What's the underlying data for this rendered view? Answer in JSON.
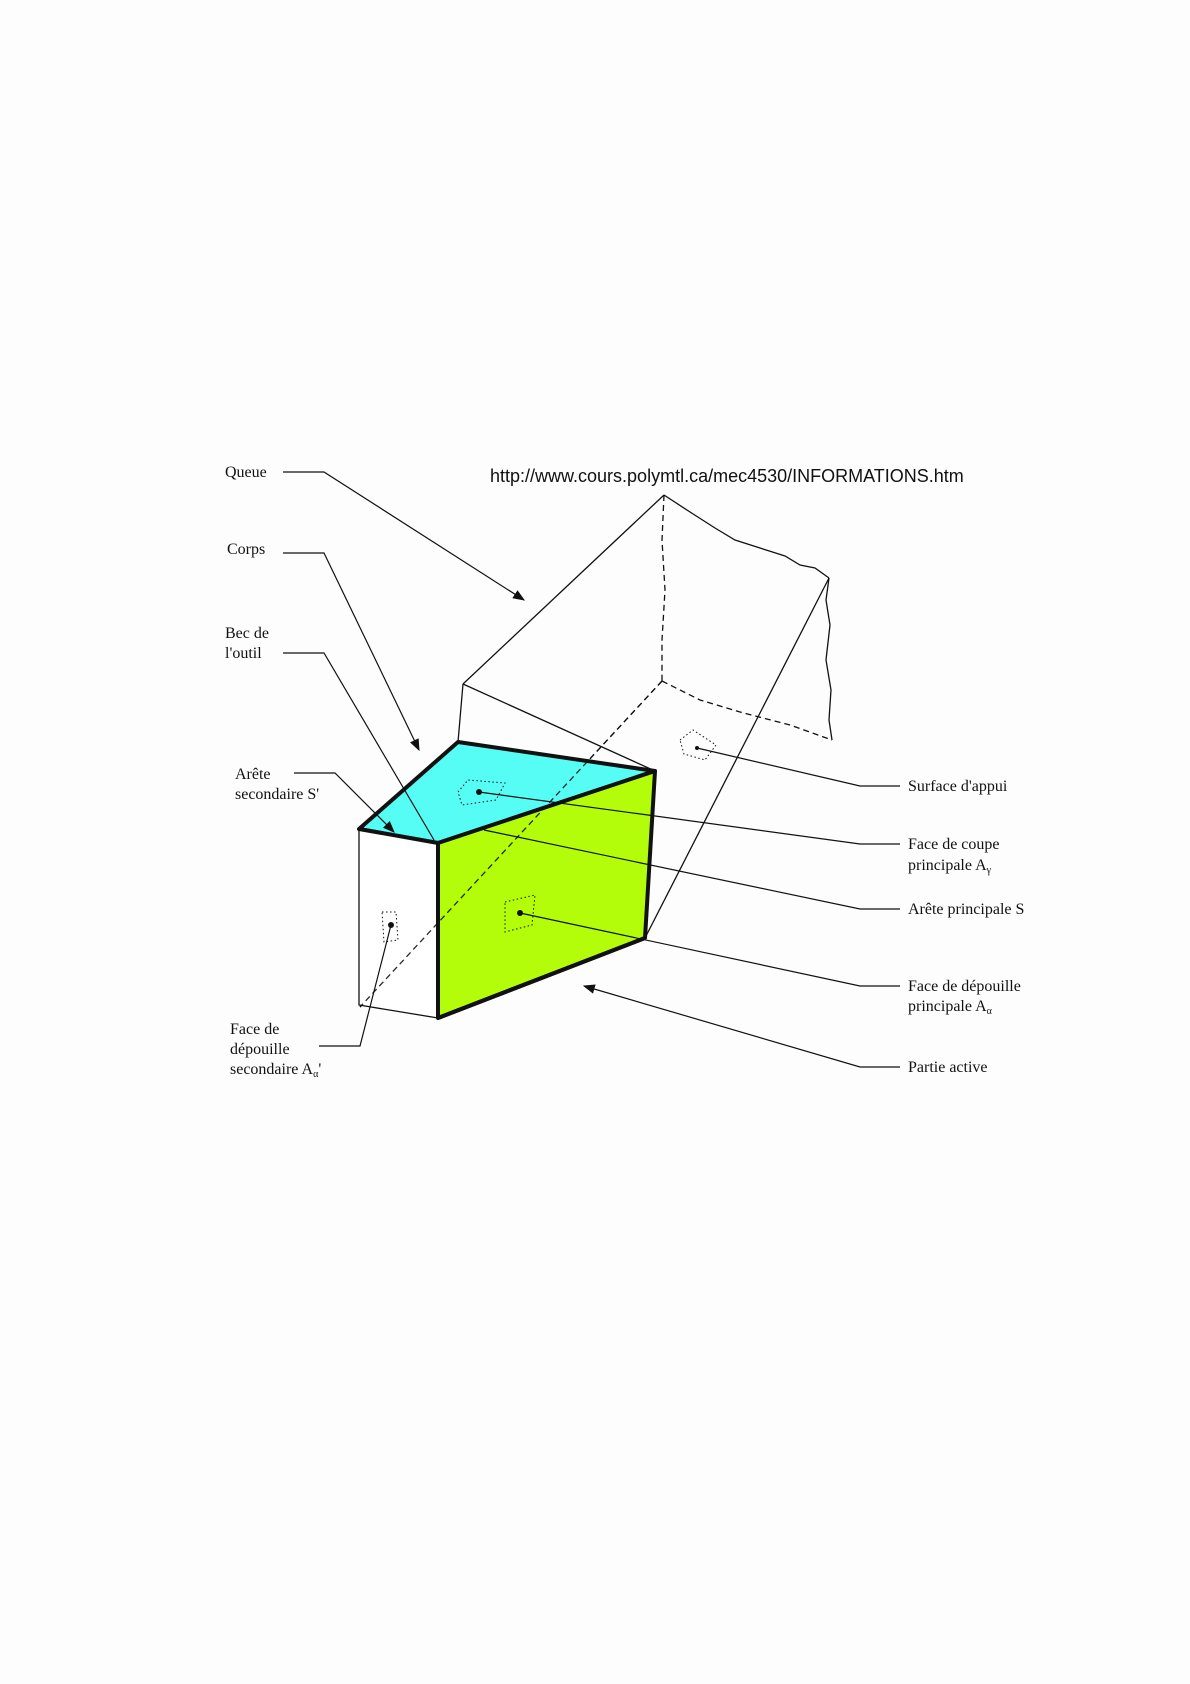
{
  "url": "http://www.cours.polymtl.ca/mec4530/INFORMATIONS.htm",
  "colors": {
    "rake_face": "#55fdf5",
    "flank_face": "#b3fd0a"
  },
  "labels": {
    "queue": "Queue",
    "corps": "Corps",
    "bec_1": "Bec de",
    "bec_2": "l'outil",
    "arete_sec_1": "Arête",
    "arete_sec_2": "secondaire S'",
    "face_dep_sec_1": "Face de",
    "face_dep_sec_2": "dépouille",
    "face_dep_sec_3": "secondaire A",
    "face_dep_sec_sub": "α",
    "face_dep_sec_prime": "'",
    "surface_appui": "Surface d'appui",
    "face_coupe_1": "Face de coupe",
    "face_coupe_2": "principale A",
    "face_coupe_sub": "γ",
    "arete_principale": "Arête principale S",
    "face_dep_pr_1": "Face de dépouille",
    "face_dep_pr_2": "principale A",
    "face_dep_pr_sub": "α",
    "partie_active": "Partie active"
  }
}
